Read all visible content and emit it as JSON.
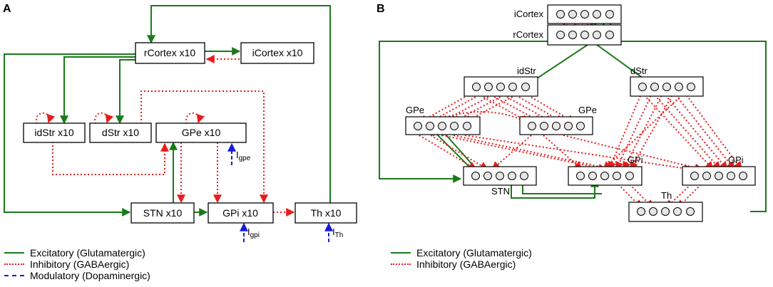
{
  "colors": {
    "excitatory": "#1a7a1a",
    "inhibitory": "#e81c1c",
    "modulatory": "#1a1adc"
  },
  "panel_a": {
    "label": "A",
    "nodes": {
      "rcortex": "rCortex x10",
      "icortex": "iCortex x10",
      "idstr": "idStr x10",
      "dstr": "dStr x10",
      "gpe": "GPe x10",
      "stn": "STN x10",
      "gpi": "GPi x10",
      "th": "Th x10"
    },
    "inputs": {
      "gpe": {
        "main": "I",
        "sub": "gpe"
      },
      "gpi": {
        "main": "I",
        "sub": "gpi"
      },
      "th": {
        "main": "I",
        "sub": "Th"
      }
    },
    "legend": [
      {
        "type": "excitatory",
        "label": "Excitatory (Glutamatergic)"
      },
      {
        "type": "inhibitory",
        "label": "Inhibitory (GABAergic)"
      },
      {
        "type": "modulatory",
        "label": "Modulatory (Dopaminergic)"
      }
    ]
  },
  "panel_b": {
    "label": "B",
    "labels": {
      "icortex": "iCortex",
      "rcortex": "rCortex",
      "idstr": "idStr",
      "dstr": "dStr",
      "gpe_left": "GPe",
      "gpe_right": "GPe",
      "gpi_left": "GPi",
      "gpi_right": "GPi",
      "stn": "STN",
      "th": "Th"
    },
    "legend": [
      {
        "type": "excitatory",
        "label": "Excitatory (Glutamatergic)"
      },
      {
        "type": "inhibitory",
        "label": "Inhibitory (GABAergic)"
      }
    ]
  }
}
